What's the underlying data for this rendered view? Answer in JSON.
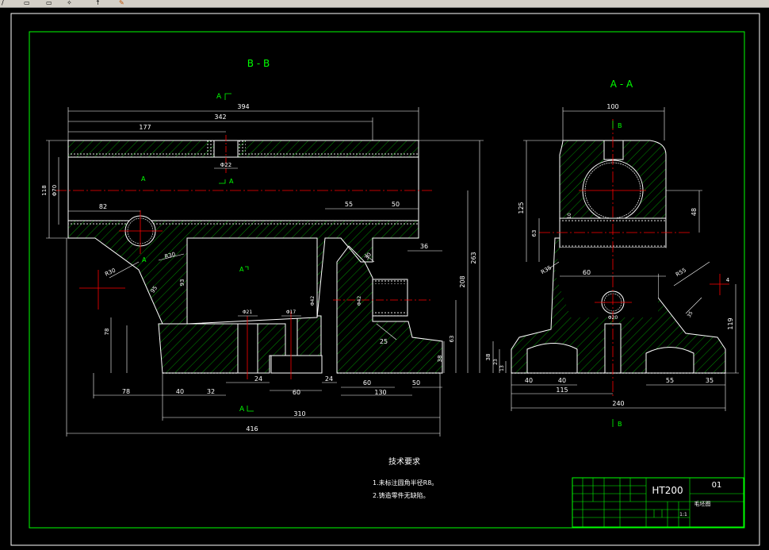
{
  "toolbar": {
    "icons": [
      "pencil-icon",
      "new-doc-icon",
      "open-icon",
      "star-icon",
      "brush-icon"
    ],
    "glyphs": [
      "/",
      "▭",
      "▭",
      "✧",
      "↑",
      "✎"
    ]
  },
  "drawing": {
    "colors": {
      "background": "#000000",
      "frame": "#00ff00",
      "outline": "#ffffff",
      "center_line": "#ff0000",
      "hatch": "#00cc00",
      "dimension": "#ffffff"
    },
    "view_bb": {
      "title": "B - B"
    },
    "view_aa": {
      "title": "A - A"
    },
    "section_marks": {
      "a": "A",
      "b": "B"
    },
    "dims_bb": {
      "d394": "394",
      "d342": "342",
      "d177": "177",
      "d22": "Φ22",
      "d118": "118",
      "d70": "Φ70",
      "d82": "82",
      "d55": "55",
      "d50": "50",
      "d36": "36",
      "d263": "263",
      "d208": "208",
      "d30a": "R30",
      "d30b": "R30",
      "d95": "95",
      "d93": "93",
      "d78v": "78",
      "d21": "Φ21",
      "d17": "Φ17",
      "d42a": "Φ42",
      "d42b": "Φ42",
      "d25": "25",
      "d63": "63",
      "d38": "38",
      "d78": "78",
      "d40": "40",
      "d32": "32",
      "d24a": "24",
      "d24b": "24",
      "d60": "60",
      "d60b": "60",
      "d130": "130",
      "d50b": "50",
      "d310": "310",
      "d416": "416",
      "d30c": "30"
    },
    "dims_aa": {
      "d100": "100",
      "d125": "125",
      "d48": "48",
      "d63": "63",
      "d60": "60",
      "d10": "10",
      "d35": "R35",
      "d55r": "R55",
      "d4": "4",
      "d119": "119",
      "d20": "Φ20",
      "d38": "38",
      "d23": "23",
      "d13": "13",
      "d40a": "40",
      "d40b": "40",
      "d115": "115",
      "d55": "55",
      "d35b": "35",
      "d240": "240"
    },
    "notes": {
      "heading": "技术要求",
      "line1": "1.未标注圆角半径R8。",
      "line2": "2.铸造零件无缺陷。"
    },
    "title_block": {
      "material": "HT200",
      "drawing_no": "01",
      "name": "毛坯图",
      "scale": "1:1"
    }
  }
}
